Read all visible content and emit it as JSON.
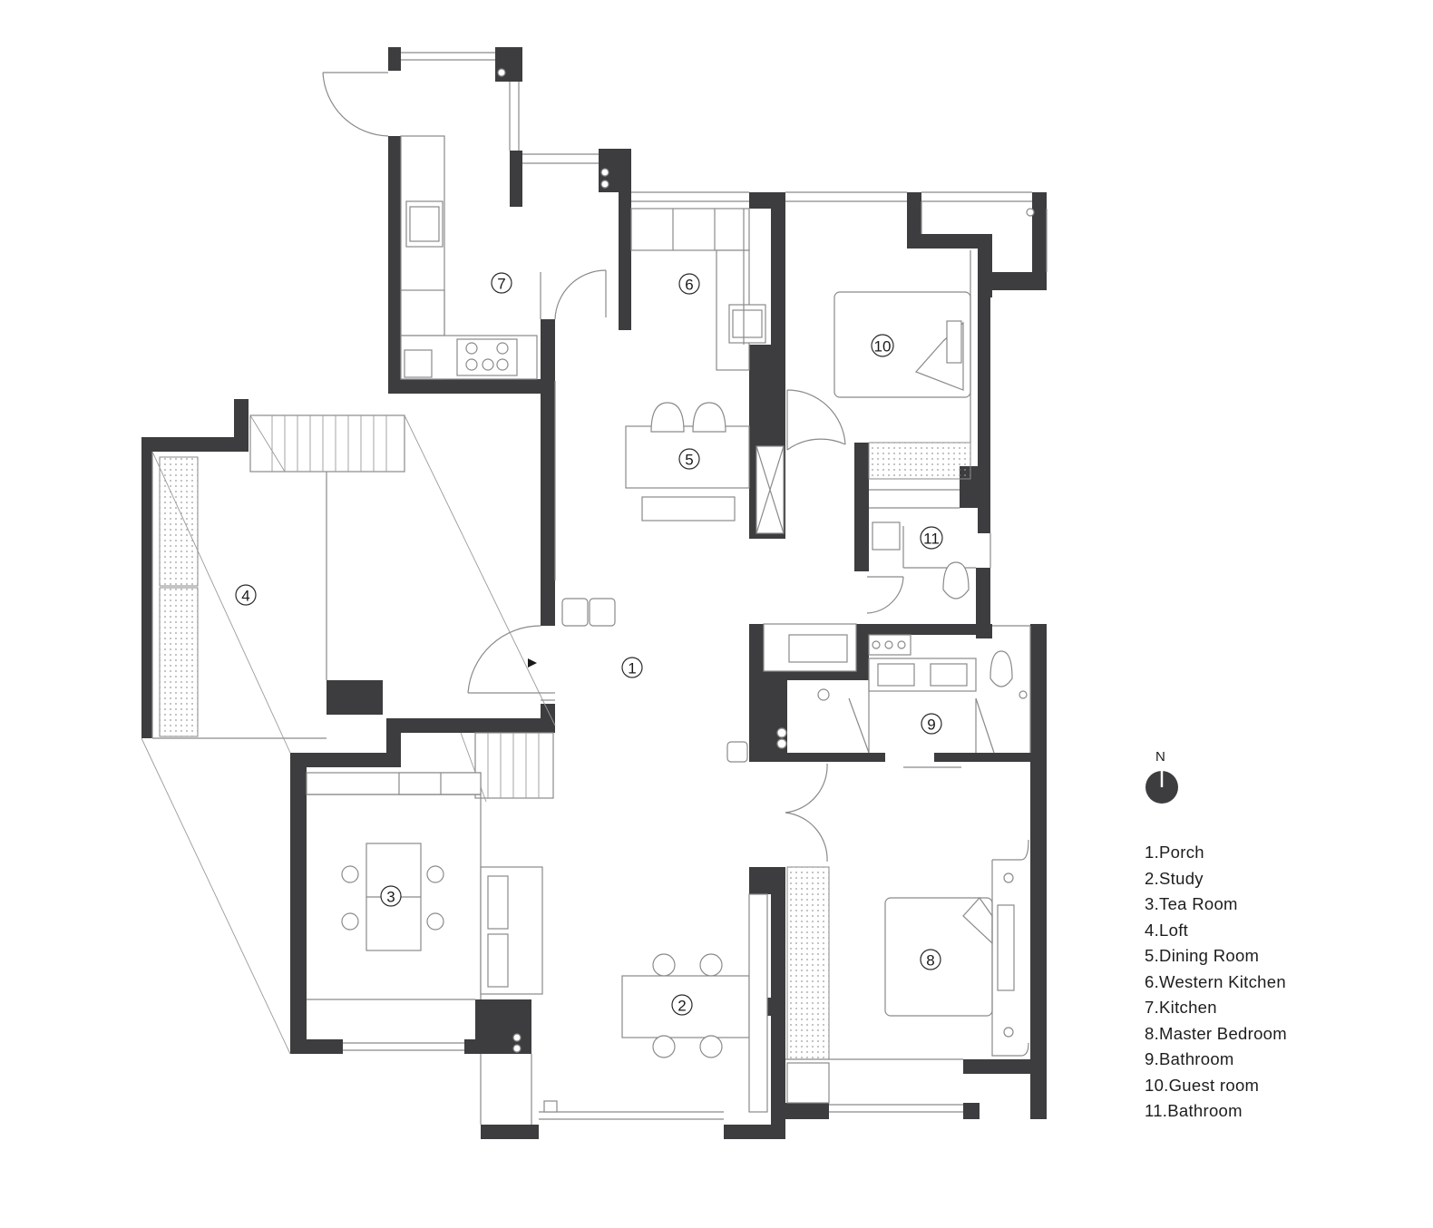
{
  "rooms": [
    {
      "num": "1"
    },
    {
      "num": "2"
    },
    {
      "num": "3"
    },
    {
      "num": "4"
    },
    {
      "num": "5"
    },
    {
      "num": "6"
    },
    {
      "num": "7"
    },
    {
      "num": "8"
    },
    {
      "num": "9"
    },
    {
      "num": "10"
    },
    {
      "num": "11"
    }
  ],
  "legend": [
    "1.Porch",
    "2.Study",
    "3.Tea Room",
    "4.Loft",
    "5.Dining Room",
    "6.Western Kitchen",
    "7.Kitchen",
    "8.Master Bedroom",
    "9.Bathroom",
    "10.Guest room",
    "11.Bathroom"
  ],
  "compass": {
    "label": "N"
  },
  "colors": {
    "wall": "#3d3d3f",
    "line": "#8a8a8a",
    "background": "#ffffff"
  }
}
